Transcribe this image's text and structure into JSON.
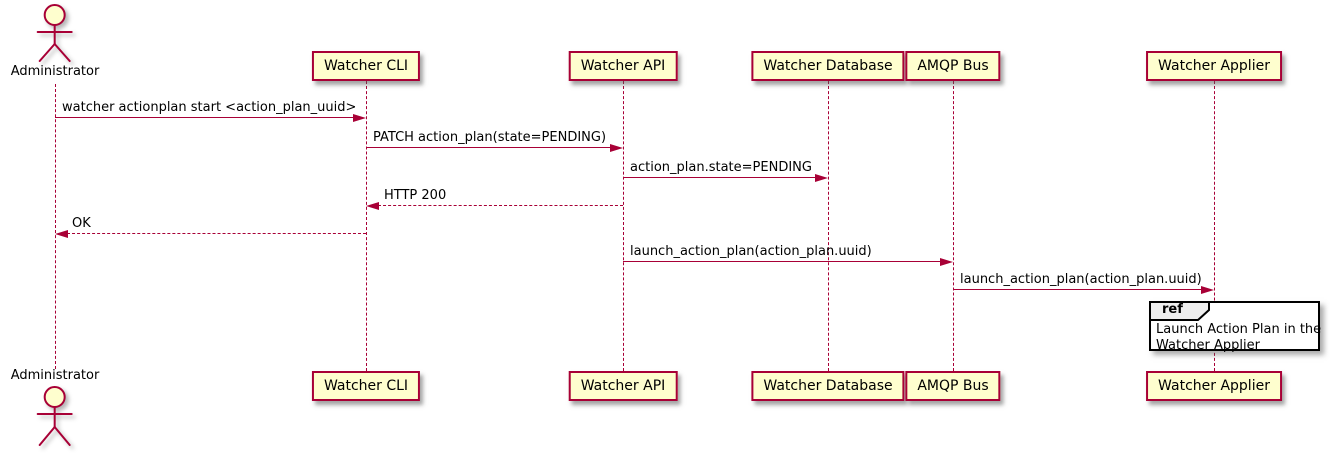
{
  "diagram_type": "sequence-diagram",
  "actor": {
    "label": "Administrator"
  },
  "participants": [
    {
      "label": "Watcher CLI"
    },
    {
      "label": "Watcher API"
    },
    {
      "label": "Watcher Database"
    },
    {
      "label": "AMQP Bus"
    },
    {
      "label": "Watcher Applier"
    }
  ],
  "messages": [
    {
      "label": "watcher actionplan start <action_plan_uuid>",
      "from": "Administrator",
      "to": "Watcher CLI",
      "type": "solid"
    },
    {
      "label": "PATCH action_plan(state=PENDING)",
      "from": "Watcher CLI",
      "to": "Watcher API",
      "type": "solid"
    },
    {
      "label": "action_plan.state=PENDING",
      "from": "Watcher API",
      "to": "Watcher Database",
      "type": "solid"
    },
    {
      "label": "HTTP 200",
      "from": "Watcher API",
      "to": "Watcher CLI",
      "type": "dotted-return"
    },
    {
      "label": "OK",
      "from": "Watcher CLI",
      "to": "Administrator",
      "type": "dotted-return"
    },
    {
      "label": "launch_action_plan(action_plan.uuid)",
      "from": "Watcher API",
      "to": "AMQP Bus",
      "type": "solid"
    },
    {
      "label": "launch_action_plan(action_plan.uuid)",
      "from": "AMQP Bus",
      "to": "Watcher Applier",
      "type": "solid"
    }
  ],
  "ref": {
    "keyword": "ref",
    "lines": [
      "Launch Action Plan in the",
      "Watcher Applier"
    ]
  },
  "colors": {
    "participant_fill": "#FEFECE",
    "line": "#A80036",
    "text": "#000000",
    "ref_tab_fill": "#EEEEEE"
  }
}
